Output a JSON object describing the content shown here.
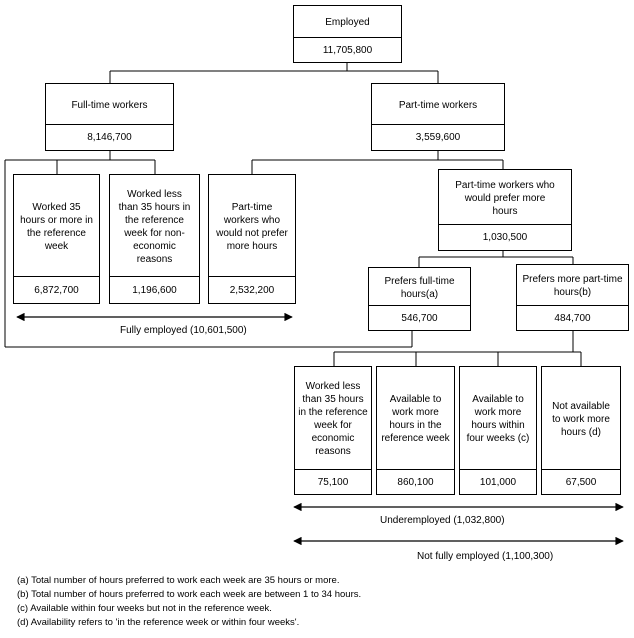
{
  "nodes": {
    "employed": {
      "label": "Employed",
      "value": "11,705,800"
    },
    "fulltime": {
      "label": "Full-time workers",
      "value": "8,146,700"
    },
    "parttime": {
      "label": "Part-time workers",
      "value": "3,559,600"
    },
    "worked35": {
      "label": "Worked 35 hours or more in the reference week",
      "value": "6,872,700"
    },
    "workedless_noneco": {
      "label": "Worked less than 35 hours in the reference week for non-economic reasons",
      "value": "1,196,600"
    },
    "pt_notprefer": {
      "label": "Part-time workers who would not prefer more hours",
      "value": "2,532,200"
    },
    "pt_prefer": {
      "label": "Part-time workers who would prefer more hours",
      "value": "1,030,500"
    },
    "prefers_ft": {
      "label": "Prefers full-time hours(a)",
      "value": "546,700"
    },
    "prefers_pt": {
      "label": "Prefers more part-time hours(b)",
      "value": "484,700"
    },
    "workedless_eco": {
      "label": "Worked less than 35 hours in the reference week for economic reasons",
      "value": "75,100"
    },
    "avail_ref": {
      "label": "Available to work more hours in the reference week",
      "value": "860,100"
    },
    "avail_4wk": {
      "label": "Available to work more hours within four weeks (c)",
      "value": "101,000"
    },
    "not_avail": {
      "label": "Not available to work more hours (d)",
      "value": "67,500"
    }
  },
  "ranges": {
    "fully_employed": "Fully employed (10,601,500)",
    "underemployed": "Underemployed (1,032,800)",
    "not_fully_employed": "Not fully employed (1,100,300)"
  },
  "notes": [
    "(a) Total number of hours preferred to work each week are 35 hours or more.",
    "(b) Total number of hours preferred to work each week are between 1 to 34 hours.",
    "(c) Available within four weeks but not in the reference week.",
    "(d) Availability refers to 'in the reference week or within four weeks'."
  ]
}
